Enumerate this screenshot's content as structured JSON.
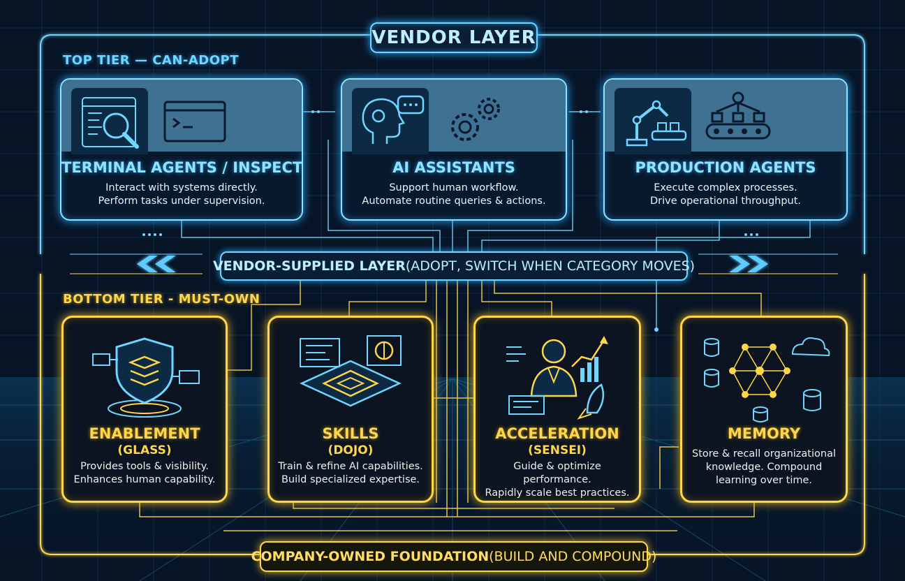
{
  "vendor_layer": {
    "title": "VENDOR LAYER",
    "tier_label": "TOP TIER — CAN-ADOPT",
    "cards": [
      {
        "title": "TERMINAL AGENTS / INSPECT",
        "line1": "Interact with systems directly.",
        "line2": "Perform tasks under supervision.",
        "icons": [
          "inspect-search-icon",
          "terminal-prompt-icon"
        ]
      },
      {
        "title": "AI ASSISTANTS",
        "line1": "Support human workflow.",
        "line2": "Automate routine queries & actions.",
        "icons": [
          "head-chat-gear-icon",
          "gears-icon"
        ]
      },
      {
        "title": "PRODUCTION AGENTS",
        "line1": "Execute complex processes.",
        "line2": "Drive operational throughput.",
        "icons": [
          "robot-arm-icon",
          "conveyor-network-icon"
        ]
      }
    ]
  },
  "vendor_band": {
    "strong": "VENDOR-SUPPLIED LAYER",
    "rest": " (ADOPT, SWITCH WHEN CATEGORY MOVES)"
  },
  "bottom_tier": {
    "tier_label": "BOTTOM TIER - MUST-OWN",
    "cards": [
      {
        "title": "ENABLEMENT",
        "subtitle": "(GLASS)",
        "line1": "Provides tools & visibility.",
        "line2": "Enhances human capability.",
        "icon": "shield-layers-icon"
      },
      {
        "title": "SKILLS",
        "subtitle": "(DOJO)",
        "line1": "Train & refine AI capabilities.",
        "line2": "Build specialized expertise.",
        "icon": "chip-brain-icon"
      },
      {
        "title": "ACCELERATION",
        "subtitle": "(SENSEI)",
        "line1": "Guide & optimize performance.",
        "line2": "Rapidly scale best practices.",
        "icon": "person-rocket-icon"
      },
      {
        "title": "MEMORY",
        "subtitle": "",
        "line1": "Store & recall organizational",
        "line2": "knowledge. Compound",
        "line3": "learning over time.",
        "icon": "network-database-icon"
      }
    ]
  },
  "foundation": {
    "strong": "COMPANY-OWNED FOUNDATION",
    "rest": " (BUILD AND COMPOUND)"
  },
  "colors": {
    "vendor_accent": "#6fd6ff",
    "owned_accent": "#ffd54a",
    "background": "#071426"
  }
}
